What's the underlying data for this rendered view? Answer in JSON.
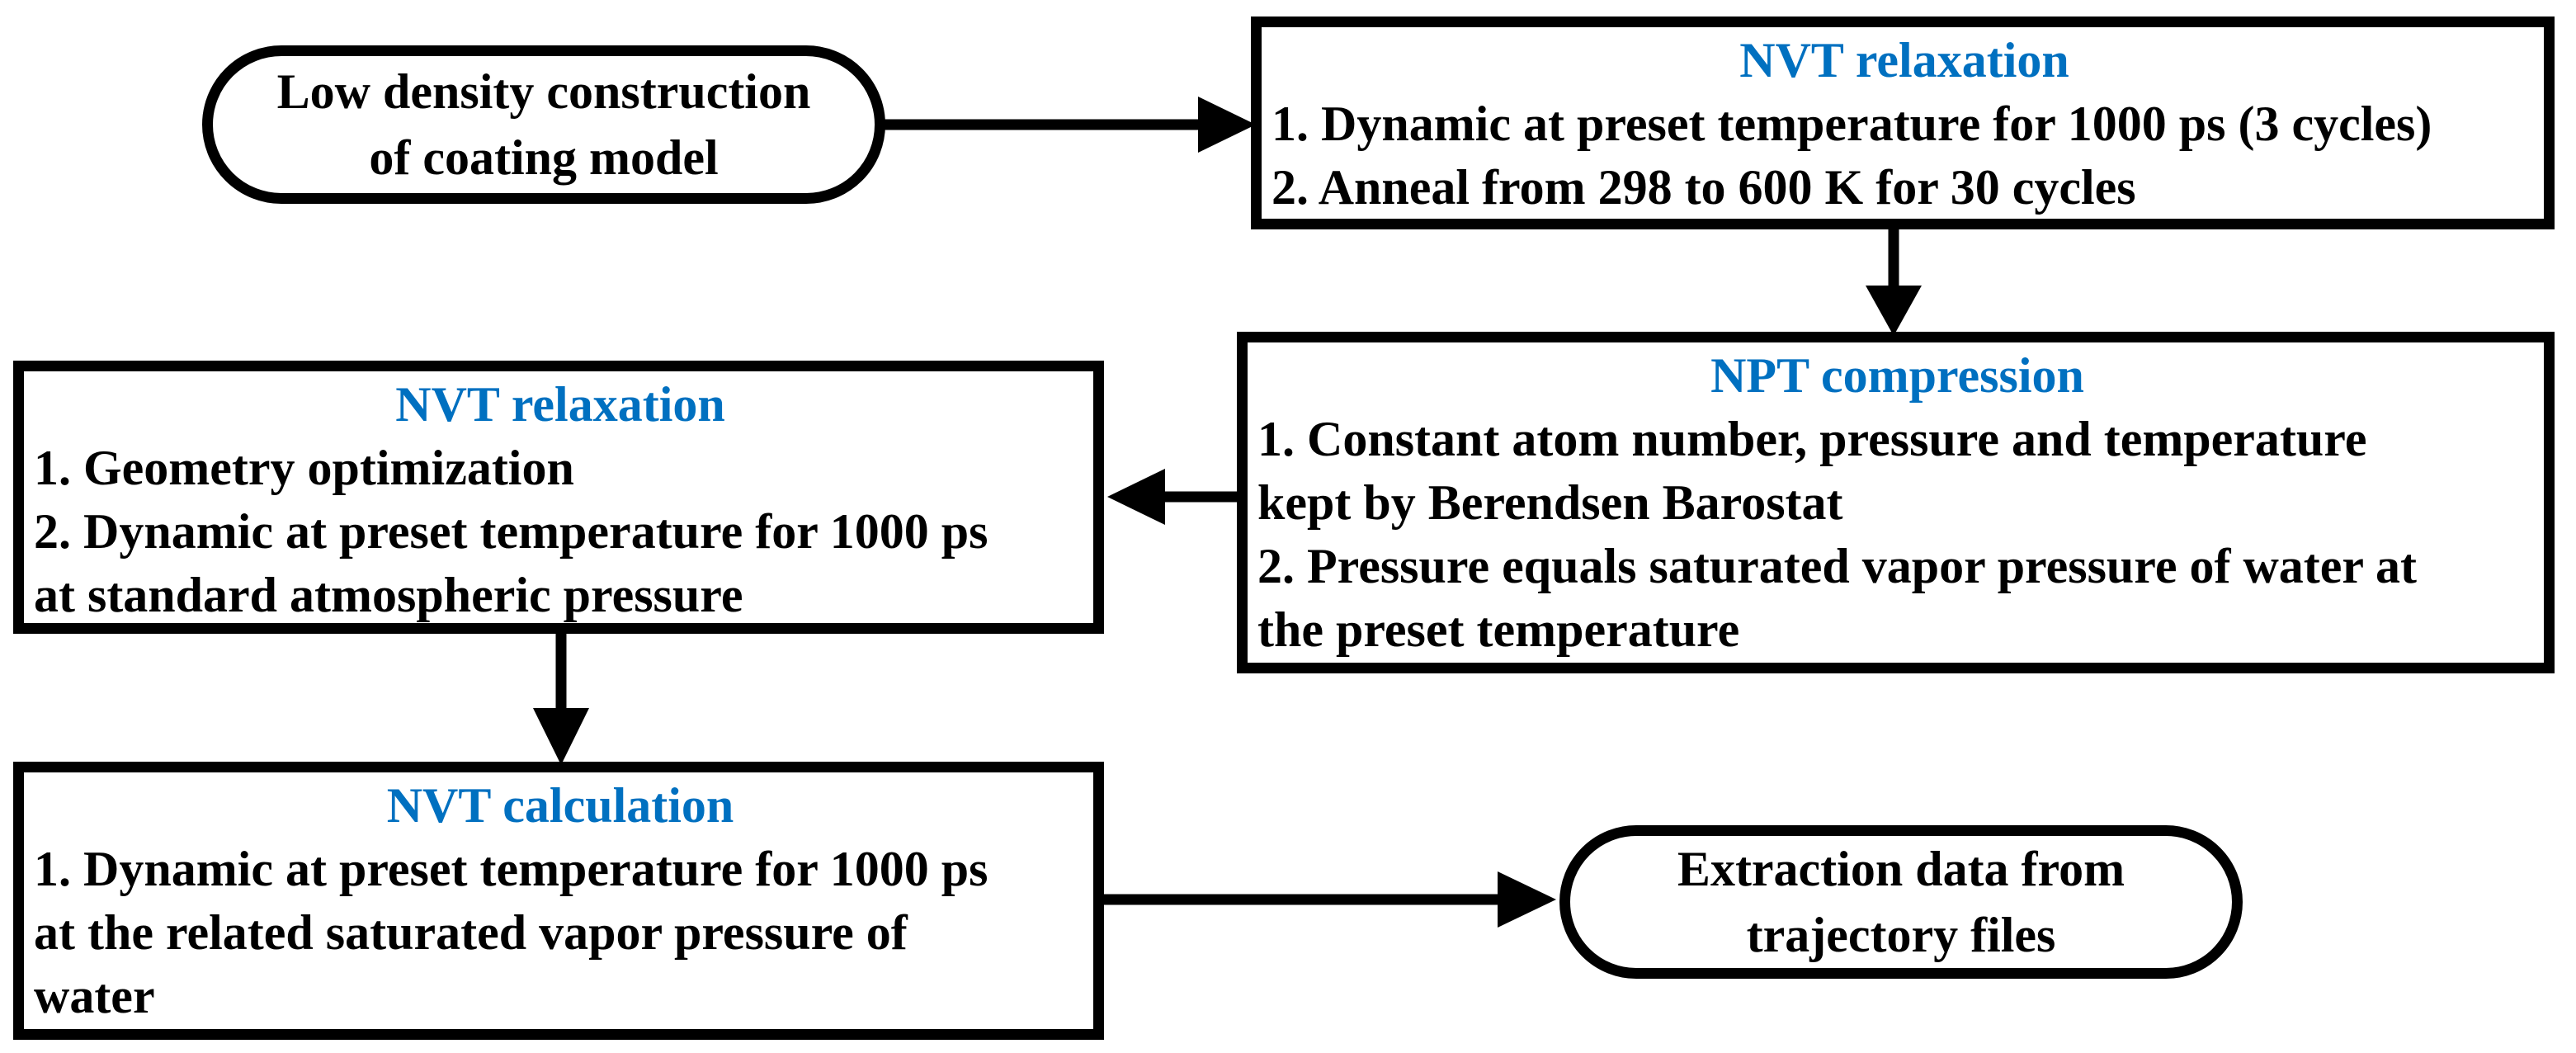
{
  "figure": {
    "type": "flowchart",
    "description": "Molecular dynamics coating-model simulation workflow"
  },
  "colors": {
    "title_blue": "#0070C0",
    "line_black": "#000000",
    "background": "#ffffff"
  },
  "nodes": {
    "start": {
      "shape": "terminal",
      "lines": [
        "Low density construction",
        "of coating model"
      ]
    },
    "nvt_relaxation_1": {
      "shape": "process",
      "title": "NVT relaxation",
      "lines": [
        "1. Dynamic at preset temperature for 1000 ps (3 cycles)",
        "2. Anneal from 298 to 600 K for 30 cycles"
      ]
    },
    "npt_compression": {
      "shape": "process",
      "title": "NPT compression",
      "lines": [
        "1. Constant atom number, pressure and temperature",
        "kept by Berendsen Barostat",
        "2. Pressure equals saturated vapor pressure of water at",
        "the preset temperature"
      ]
    },
    "nvt_relaxation_2": {
      "shape": "process",
      "title": "NVT relaxation",
      "lines": [
        "1. Geometry optimization",
        "2. Dynamic at preset temperature for 1000 ps",
        "at standard atmospheric pressure"
      ]
    },
    "nvt_calculation": {
      "shape": "process",
      "title": "NVT calculation",
      "lines": [
        "1. Dynamic at preset temperature for 1000 ps",
        "at the related saturated vapor pressure of",
        "water"
      ]
    },
    "end": {
      "shape": "terminal",
      "lines": [
        "Extraction data from",
        "trajectory files"
      ]
    }
  },
  "connections": [
    {
      "from": "start",
      "to": "nvt_relaxation_1",
      "direction": "right"
    },
    {
      "from": "nvt_relaxation_1",
      "to": "npt_compression",
      "direction": "down"
    },
    {
      "from": "npt_compression",
      "to": "nvt_relaxation_2",
      "direction": "left"
    },
    {
      "from": "nvt_relaxation_2",
      "to": "nvt_calculation",
      "direction": "down"
    },
    {
      "from": "nvt_calculation",
      "to": "end",
      "direction": "right"
    }
  ]
}
